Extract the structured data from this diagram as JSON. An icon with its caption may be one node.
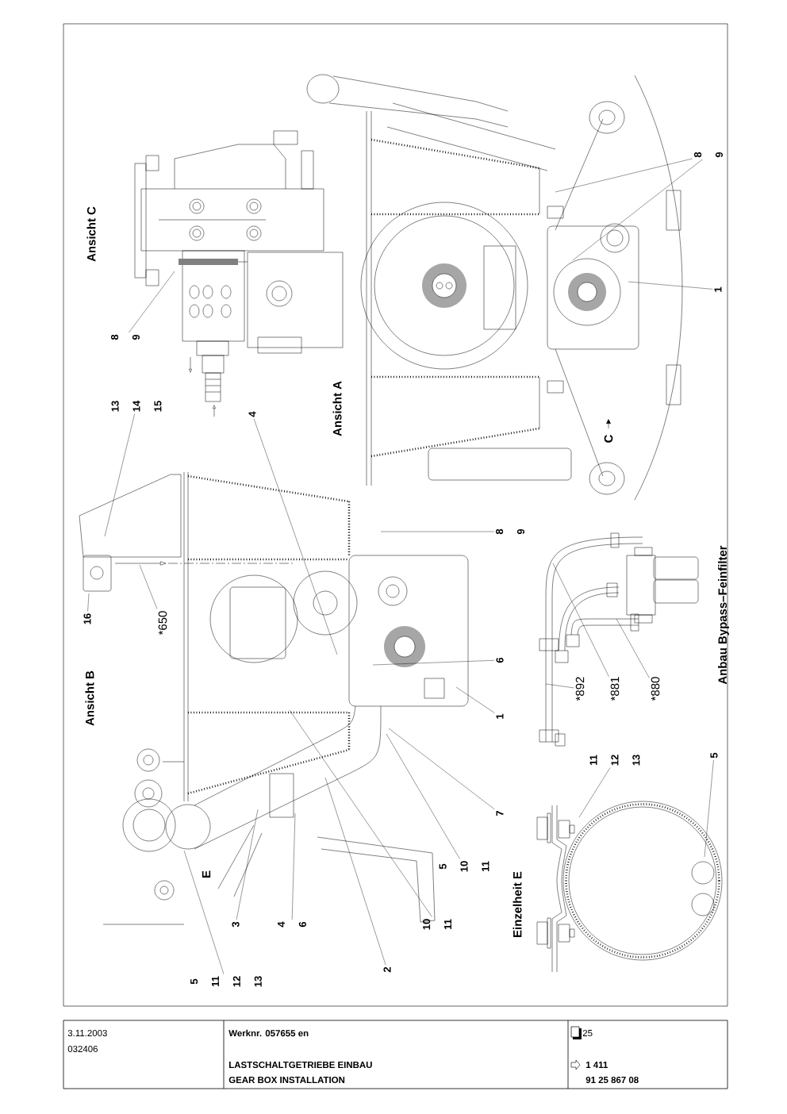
{
  "diagram": {
    "nodes": [
      {
        "text": [
          "8",
          "9"
        ]
      },
      {
        "text": [
          "13",
          "14",
          "15"
        ]
      },
      {
        "text": [
          "4"
        ]
      },
      {
        "text": [
          "8",
          "9"
        ]
      },
      {
        "text": [
          "1"
        ]
      },
      {
        "text": [
          "16"
        ]
      },
      {
        "text": [
          "*650"
        ]
      },
      {
        "text": [
          "8",
          "9"
        ]
      },
      {
        "text": [
          "6"
        ]
      },
      {
        "text": [
          "1"
        ]
      },
      {
        "text": [
          "7"
        ]
      },
      {
        "text": [
          "5",
          "10",
          "11"
        ]
      },
      {
        "text": [
          "10",
          "11"
        ]
      },
      {
        "text": [
          "2"
        ]
      },
      {
        "text": [
          "3"
        ]
      },
      {
        "text": [
          "4",
          "6"
        ]
      },
      {
        "text": [
          "5",
          "11",
          "12",
          "13"
        ]
      },
      {
        "text": [
          "*892"
        ]
      },
      {
        "text": [
          "*881"
        ]
      },
      {
        "text": [
          "*880"
        ]
      },
      {
        "text": [
          "11",
          "12",
          "13"
        ]
      },
      {
        "text": [
          "5"
        ]
      }
    ],
    "edges": [
      {
        "from": 0,
        "to": null,
        "arrow": "none"
      },
      {
        "from": 1,
        "to": null,
        "arrow": "none"
      },
      {
        "from": 2,
        "to": null,
        "arrow": "none"
      },
      {
        "from": 3,
        "to": null,
        "arrow": "none"
      },
      {
        "from": 3,
        "to": null,
        "arrow": "none"
      },
      {
        "from": 4,
        "to": null,
        "arrow": "none"
      },
      {
        "from": 5,
        "to": null,
        "arrow": "none"
      },
      {
        "from": 6,
        "to": null,
        "arrow": "none"
      },
      {
        "from": 7,
        "to": null,
        "arrow": "none"
      },
      {
        "from": 8,
        "to": null,
        "arrow": "none"
      },
      {
        "from": 9,
        "to": null,
        "arrow": "none"
      },
      {
        "from": 10,
        "to": null,
        "arrow": "none"
      },
      {
        "from": 11,
        "to": null,
        "arrow": "none"
      },
      {
        "from": 12,
        "to": null,
        "arrow": "none"
      },
      {
        "from": 13,
        "to": null,
        "arrow": "none"
      },
      {
        "from": 14,
        "to": null,
        "arrow": "none"
      },
      {
        "from": 15,
        "to": null,
        "arrow": "none"
      },
      {
        "from": 16,
        "to": null,
        "arrow": "none"
      },
      {
        "from": 17,
        "to": null,
        "arrow": "none"
      },
      {
        "from": 18,
        "to": null,
        "arrow": "none"
      },
      {
        "from": 19,
        "to": null,
        "arrow": "none"
      },
      {
        "from": 20,
        "to": null,
        "arrow": "none"
      },
      {
        "from": 21,
        "to": null,
        "arrow": "none"
      }
    ],
    "labels": [
      "Ansicht C",
      "Ansicht A",
      "C",
      "Ansicht B",
      "E",
      "Anbau Bypass–Feinfilter",
      "Einzelheit E",
      "3.11.2003",
      "032406",
      "Werknr. 057655 en",
      "LASTSCHALTGETRIEBE EINBAU",
      "GEAR BOX INSTALLATION",
      "25",
      "1 411",
      "91 25 867 08"
    ]
  }
}
